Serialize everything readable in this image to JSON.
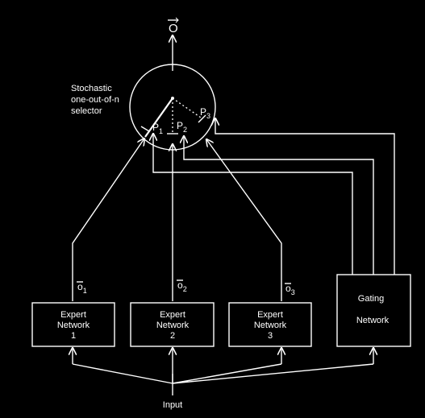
{
  "colors": {
    "background": "#000000",
    "stroke": "#ffffff",
    "text": "#ffffff"
  },
  "output_label": "O",
  "selector": {
    "label_lines": [
      "Stochastic",
      "one-out-of-n",
      "selector"
    ],
    "p1": {
      "base": "P",
      "sub": "1"
    },
    "p2": {
      "base": "P",
      "sub": "2"
    },
    "p3": {
      "base": "P",
      "sub": "3"
    }
  },
  "experts": [
    {
      "line1": "Expert",
      "line2": "Network",
      "line3": "1",
      "out_base": "o",
      "out_sub": "1"
    },
    {
      "line1": "Expert",
      "line2": "Network",
      "line3": "2",
      "out_base": "o",
      "out_sub": "2"
    },
    {
      "line1": "Expert",
      "line2": "Network",
      "line3": "3",
      "out_base": "o",
      "out_sub": "3"
    }
  ],
  "gating": {
    "line1": "Gating",
    "line2": "Network"
  },
  "input_label": "Input"
}
